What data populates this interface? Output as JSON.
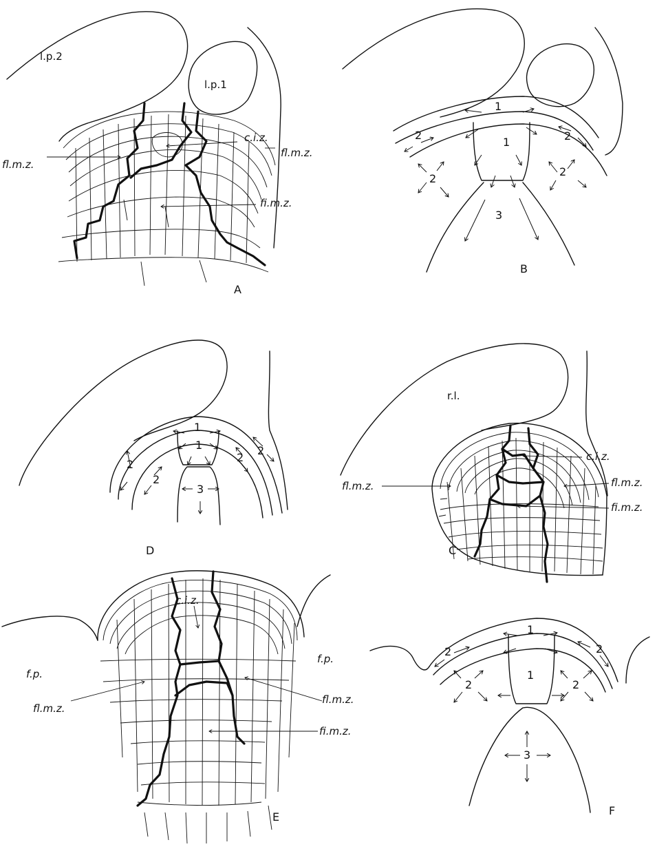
{
  "panels": {
    "A": {
      "letter": "A",
      "labels": {
        "lp2": "l.p.2",
        "lp1": "l.p.1",
        "ciz": "c.i.z.",
        "flmz_right": "fl.m.z.",
        "flmz_left": "fl.m.z.",
        "fimz": "fi.m.z."
      }
    },
    "B": {
      "letter": "B",
      "zones": {
        "z1a": "1",
        "z1b": "1",
        "z2a": "2",
        "z2b": "2",
        "z2c": "2",
        "z2d": "2",
        "z3": "3"
      }
    },
    "C": {
      "letter": "C",
      "labels": {
        "rl": "r.l.",
        "ciz": "c.i.z.",
        "flmz_left": "fl.m.z.",
        "flmz_right": "fl.m.z.",
        "fimz": "fi.m.z."
      }
    },
    "D": {
      "letter": "D",
      "zones": {
        "z1a": "1",
        "z1b": "1",
        "z2a": "2",
        "z2b": "2",
        "z2c": "2",
        "z2d": "2",
        "z3": "3"
      }
    },
    "E": {
      "letter": "E",
      "labels": {
        "ciz": "c.i.z.",
        "fp_left": "f.p.",
        "fp_right": "f.p.",
        "flmz_left": "fl.m.z.",
        "flmz_right": "fl.m.z.",
        "fimz": "fi.m.z."
      }
    },
    "F": {
      "letter": "F",
      "zones": {
        "z1a": "1",
        "z1b": "1",
        "z2a": "2",
        "z2b": "2",
        "z2c": "2",
        "z2d": "2",
        "z3": "3"
      }
    }
  }
}
